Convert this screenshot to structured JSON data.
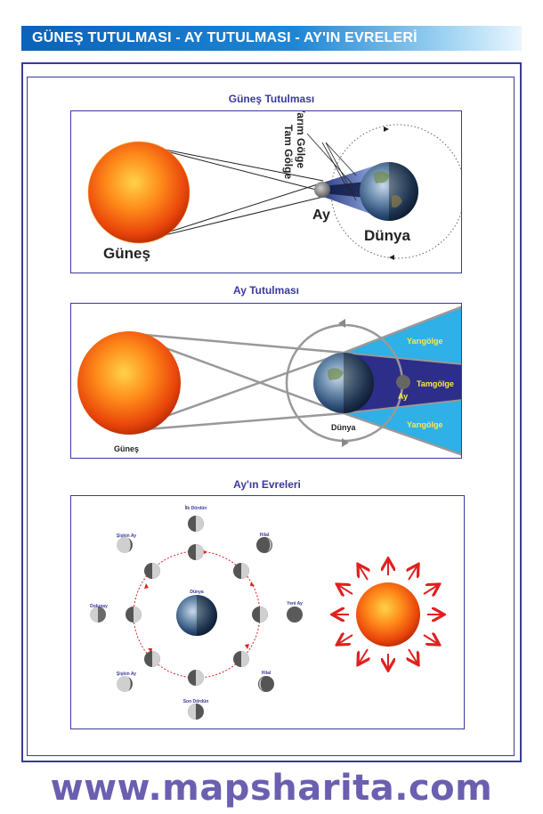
{
  "header": {
    "title": "GÜNEŞ TUTULMASI - AY TUTULMASI - AY'IN EVRELERİ"
  },
  "solar_eclipse": {
    "title": "Güneş Tutulması",
    "sun_label": "Güneş",
    "moon_label": "Ay",
    "earth_label": "Dünya",
    "penumbra_label": "Yarım Gölge",
    "umbra_label": "Tam Gölge"
  },
  "lunar_eclipse": {
    "title": "Ay Tutulması",
    "sun_label": "Güneş",
    "earth_label": "Dünya",
    "moon_label": "Ay",
    "penumbra_top": "Yarıgölge",
    "umbra": "Tamgölge",
    "penumbra_bottom": "Yarıgölge"
  },
  "moon_phases": {
    "title": "Ay'ın Evreleri",
    "earth_label": "Dünya",
    "phases": {
      "first_quarter": "İlk Dördün",
      "waxing_crescent": "Hilal",
      "new_moon": "Yeni Ay",
      "waning_crescent": "Hilal",
      "last_quarter": "Son Dördün",
      "waning_gibbous": "Şişkin Ay",
      "full_moon": "Dolunay",
      "waxing_gibbous": "Şişkin Ay"
    }
  },
  "footer": {
    "website": "www.mapsharita.com"
  },
  "colors": {
    "accent": "#3a3a9a",
    "shadow_blue": "#2fb0e6",
    "umbra_navy": "#2d2d8a",
    "arrow_red": "#e02020"
  }
}
